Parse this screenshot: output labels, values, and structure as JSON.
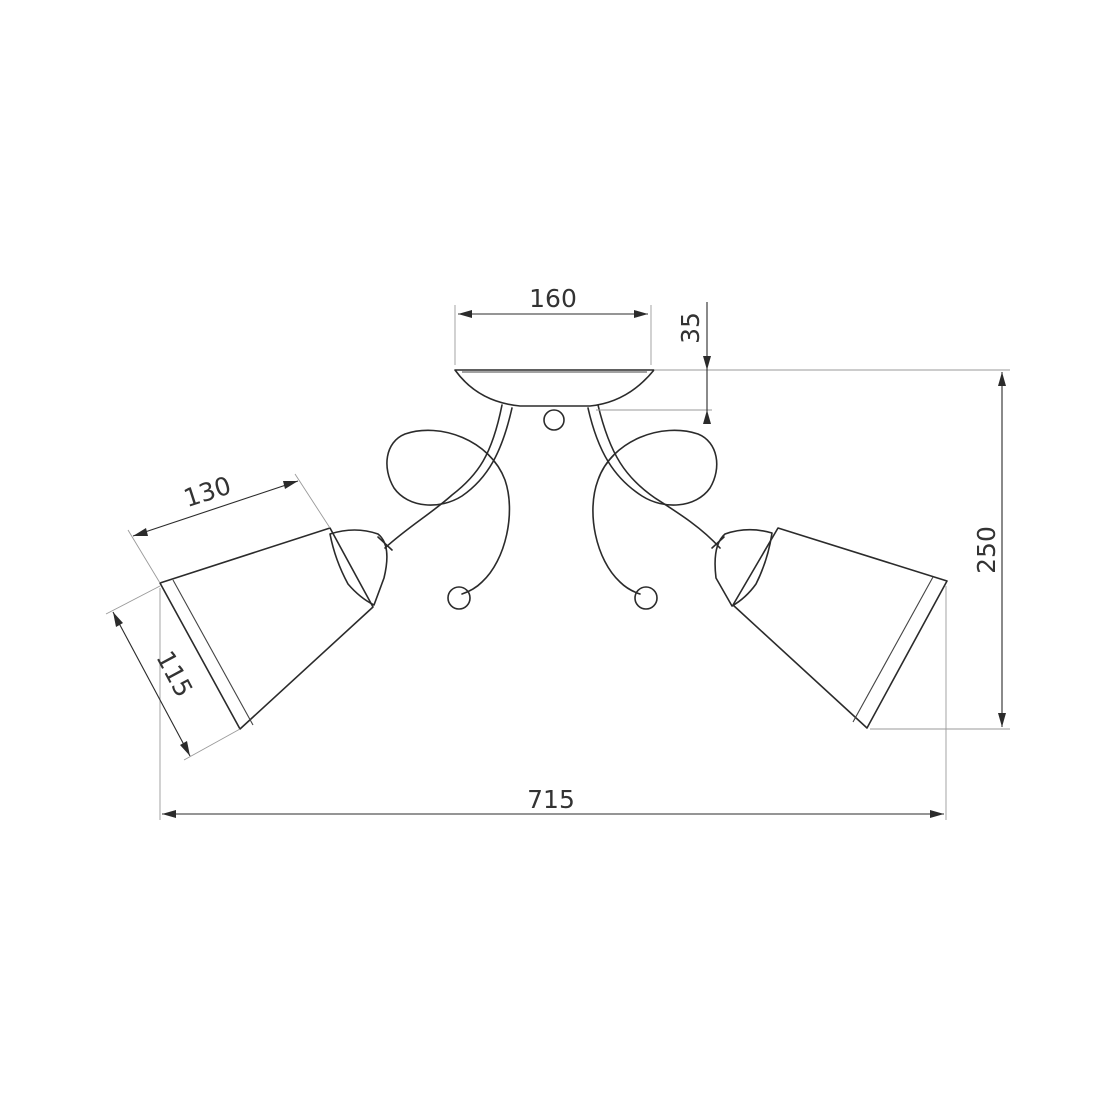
{
  "dimensions": {
    "canopy_width": "160",
    "canopy_height": "35",
    "shade_length": "130",
    "shade_diameter": "115",
    "total_height": "250",
    "total_width": "715"
  }
}
